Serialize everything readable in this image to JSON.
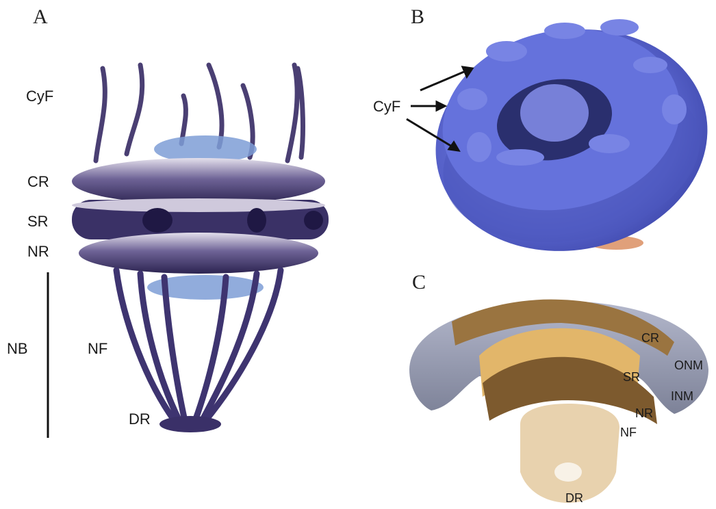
{
  "panels": {
    "a": {
      "letter": "A",
      "labels": {
        "cyf": "CyF",
        "cr": "CR",
        "sr": "SR",
        "nr": "NR",
        "nb": "NB",
        "nf": "NF",
        "dr": "DR"
      }
    },
    "b": {
      "letter": "B",
      "labels": {
        "cyf": "CyF"
      }
    },
    "c": {
      "letter": "C",
      "labels": {
        "cr": "CR",
        "onm": "ONM",
        "sr": "SR",
        "inm": "INM",
        "nr": "NR",
        "nf": "NF",
        "dr": "DR"
      }
    }
  },
  "colors": {
    "panel_a_body": "#4a3f7a",
    "panel_b_body": "#5560c8",
    "panel_c_membrane": "#8e93a8",
    "panel_c_ring": "#9a7440",
    "panel_c_light": "#e2b66a",
    "panel_c_basket": "#e8d2ae"
  }
}
